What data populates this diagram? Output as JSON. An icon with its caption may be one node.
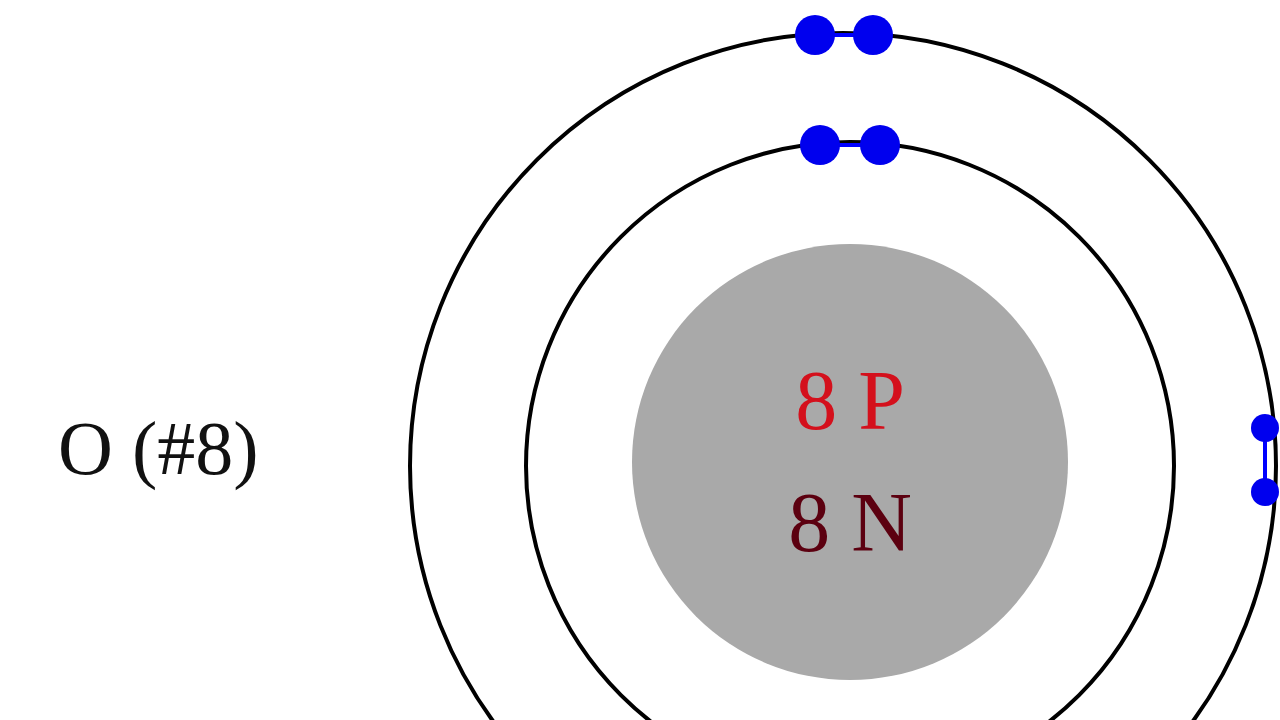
{
  "diagram": {
    "nodes": [
      {
        "text": [
          "8 P",
          "8 N"
        ]
      }
    ],
    "labels": [
      "O (#8)"
    ]
  }
}
